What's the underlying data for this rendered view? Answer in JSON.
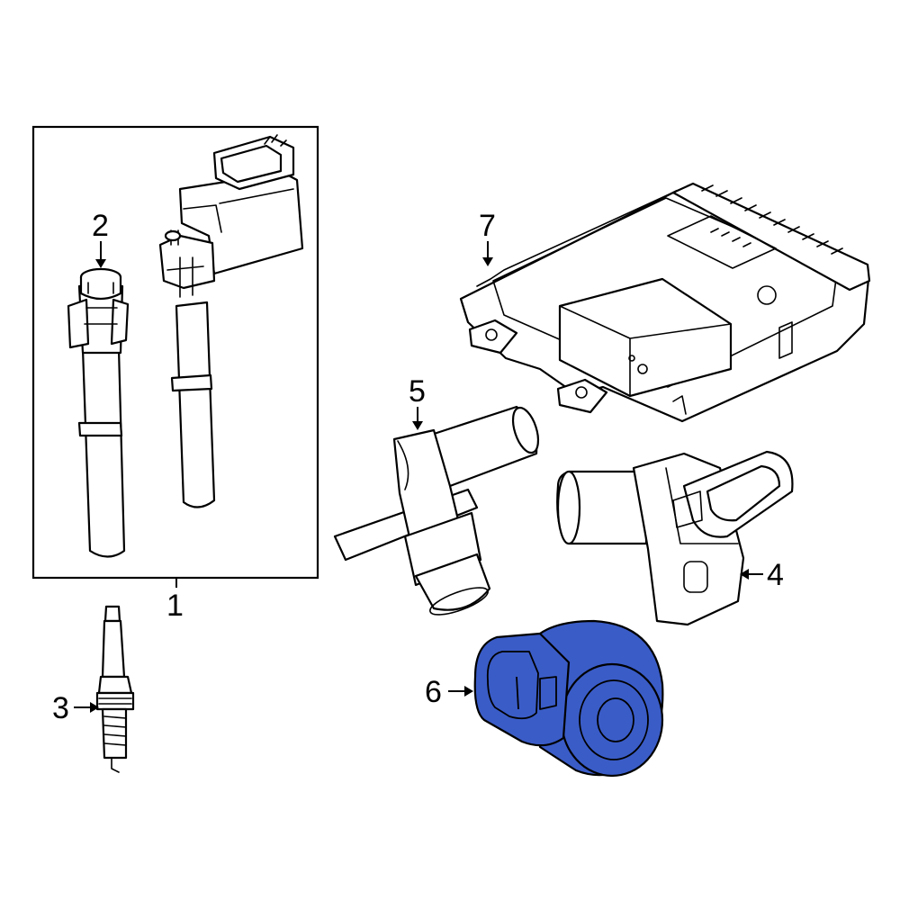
{
  "colors": {
    "highlight": "#3a5cc7",
    "line": "#000000",
    "background": "#ffffff"
  },
  "callouts": {
    "c1": "1",
    "c2": "2",
    "c3": "3",
    "c4": "4",
    "c5": "5",
    "c6": "6",
    "c7": "7"
  },
  "highlighted_part": "6"
}
